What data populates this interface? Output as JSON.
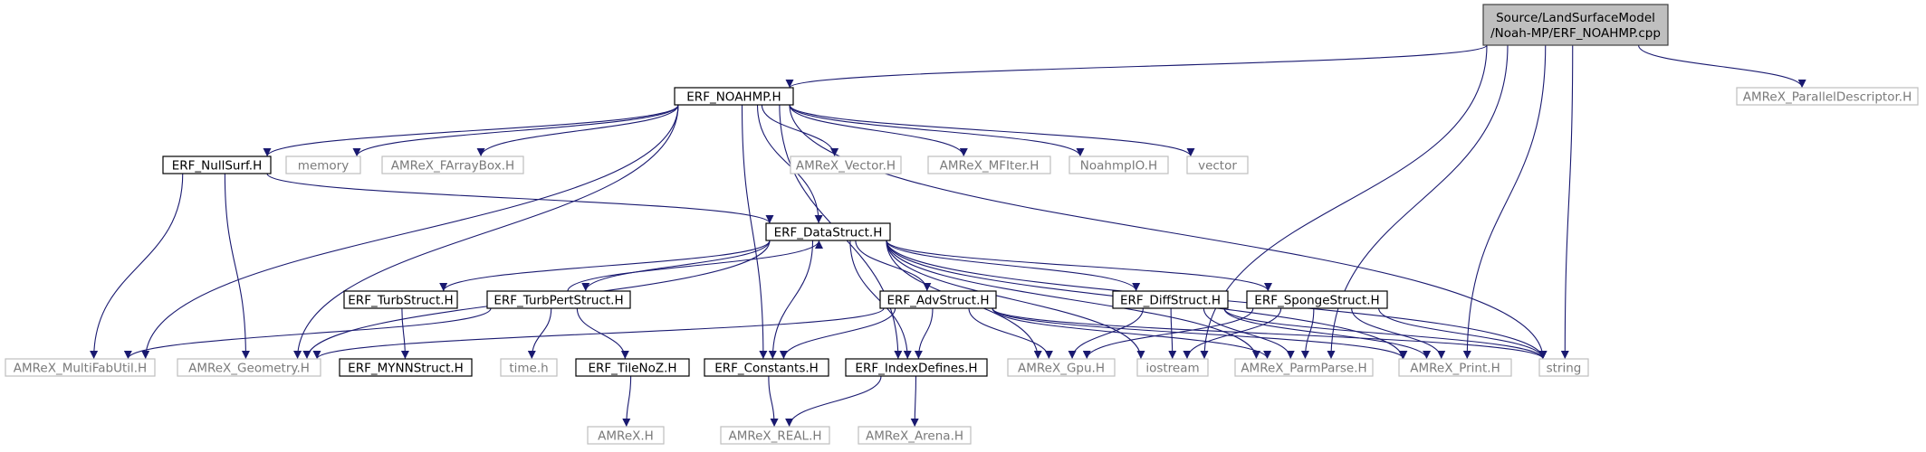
{
  "diagram": {
    "nodes": [
      {
        "id": "root",
        "lines": [
          "Source/LandSurfaceModel",
          "/Noah-MP/ERF_NOAHMP.cpp"
        ],
        "style": "root"
      },
      {
        "id": "noahmph",
        "lines": [
          "ERF_NOAHMP.H"
        ],
        "style": "internal"
      },
      {
        "id": "pardesc",
        "lines": [
          "AMReX_ParallelDescriptor.H"
        ],
        "style": "external"
      },
      {
        "id": "nullsurf",
        "lines": [
          "ERF_NullSurf.H"
        ],
        "style": "internal"
      },
      {
        "id": "memory",
        "lines": [
          "memory"
        ],
        "style": "external"
      },
      {
        "id": "farraybox",
        "lines": [
          "AMReX_FArrayBox.H"
        ],
        "style": "external"
      },
      {
        "id": "vectorh",
        "lines": [
          "AMReX_Vector.H"
        ],
        "style": "external"
      },
      {
        "id": "mfiter",
        "lines": [
          "AMReX_MFIter.H"
        ],
        "style": "external"
      },
      {
        "id": "noahmpio",
        "lines": [
          "NoahmpIO.H"
        ],
        "style": "external"
      },
      {
        "id": "vector",
        "lines": [
          "vector"
        ],
        "style": "external"
      },
      {
        "id": "datastruct",
        "lines": [
          "ERF_DataStruct.H"
        ],
        "style": "internal"
      },
      {
        "id": "turbstruct",
        "lines": [
          "ERF_TurbStruct.H"
        ],
        "style": "internal"
      },
      {
        "id": "turbpert",
        "lines": [
          "ERF_TurbPertStruct.H"
        ],
        "style": "internal"
      },
      {
        "id": "advstruct",
        "lines": [
          "ERF_AdvStruct.H"
        ],
        "style": "internal"
      },
      {
        "id": "diffstruct",
        "lines": [
          "ERF_DiffStruct.H"
        ],
        "style": "internal"
      },
      {
        "id": "sponge",
        "lines": [
          "ERF_SpongeStruct.H"
        ],
        "style": "internal"
      },
      {
        "id": "multifab",
        "lines": [
          "AMReX_MultiFabUtil.H"
        ],
        "style": "external"
      },
      {
        "id": "geometry",
        "lines": [
          "AMReX_Geometry.H"
        ],
        "style": "external"
      },
      {
        "id": "mynn",
        "lines": [
          "ERF_MYNNStruct.H"
        ],
        "style": "internal"
      },
      {
        "id": "timeh",
        "lines": [
          "time.h"
        ],
        "style": "external"
      },
      {
        "id": "tilenoz",
        "lines": [
          "ERF_TileNoZ.H"
        ],
        "style": "internal"
      },
      {
        "id": "constants",
        "lines": [
          "ERF_Constants.H"
        ],
        "style": "internal"
      },
      {
        "id": "indexdef",
        "lines": [
          "ERF_IndexDefines.H"
        ],
        "style": "internal"
      },
      {
        "id": "gpu",
        "lines": [
          "AMReX_Gpu.H"
        ],
        "style": "external"
      },
      {
        "id": "iostream",
        "lines": [
          "iostream"
        ],
        "style": "external"
      },
      {
        "id": "parmparse",
        "lines": [
          "AMReX_ParmParse.H"
        ],
        "style": "external"
      },
      {
        "id": "print",
        "lines": [
          "AMReX_Print.H"
        ],
        "style": "external"
      },
      {
        "id": "string",
        "lines": [
          "string"
        ],
        "style": "external"
      },
      {
        "id": "amrexh",
        "lines": [
          "AMReX.H"
        ],
        "style": "external"
      },
      {
        "id": "real",
        "lines": [
          "AMReX_REAL.H"
        ],
        "style": "external"
      },
      {
        "id": "arena",
        "lines": [
          "AMReX_Arena.H"
        ],
        "style": "external"
      }
    ],
    "edges": [
      [
        "root",
        "noahmph"
      ],
      [
        "root",
        "pardesc"
      ],
      [
        "root",
        "iostream"
      ],
      [
        "root",
        "parmparse"
      ],
      [
        "root",
        "print"
      ],
      [
        "root",
        "string"
      ],
      [
        "noahmph",
        "nullsurf"
      ],
      [
        "noahmph",
        "memory"
      ],
      [
        "noahmph",
        "farraybox"
      ],
      [
        "noahmph",
        "vectorh"
      ],
      [
        "noahmph",
        "mfiter"
      ],
      [
        "noahmph",
        "noahmpio"
      ],
      [
        "noahmph",
        "vector"
      ],
      [
        "noahmph",
        "datastruct"
      ],
      [
        "noahmph",
        "multifab"
      ],
      [
        "noahmph",
        "geometry"
      ],
      [
        "noahmph",
        "constants"
      ],
      [
        "noahmph",
        "indexdef"
      ],
      [
        "noahmph",
        "string"
      ],
      [
        "nullsurf",
        "datastruct"
      ],
      [
        "nullsurf",
        "multifab"
      ],
      [
        "nullsurf",
        "geometry"
      ],
      [
        "datastruct",
        "turbstruct"
      ],
      [
        "datastruct",
        "turbpert"
      ],
      [
        "datastruct",
        "advstruct"
      ],
      [
        "datastruct",
        "diffstruct"
      ],
      [
        "datastruct",
        "sponge"
      ],
      [
        "datastruct",
        "geometry"
      ],
      [
        "datastruct",
        "constants"
      ],
      [
        "datastruct",
        "indexdef"
      ],
      [
        "datastruct",
        "gpu"
      ],
      [
        "datastruct",
        "iostream"
      ],
      [
        "datastruct",
        "parmparse"
      ],
      [
        "datastruct",
        "print"
      ],
      [
        "datastruct",
        "string"
      ],
      [
        "turbstruct",
        "mynn"
      ],
      [
        "turbpert",
        "datastruct"
      ],
      [
        "turbpert",
        "multifab"
      ],
      [
        "turbpert",
        "timeh"
      ],
      [
        "turbpert",
        "tilenoz"
      ],
      [
        "tilenoz",
        "amrexh"
      ],
      [
        "advstruct",
        "geometry"
      ],
      [
        "advstruct",
        "constants"
      ],
      [
        "advstruct",
        "indexdef"
      ],
      [
        "advstruct",
        "gpu"
      ],
      [
        "advstruct",
        "parmparse"
      ],
      [
        "advstruct",
        "print"
      ],
      [
        "advstruct",
        "string"
      ],
      [
        "diffstruct",
        "gpu"
      ],
      [
        "diffstruct",
        "iostream"
      ],
      [
        "diffstruct",
        "parmparse"
      ],
      [
        "diffstruct",
        "print"
      ],
      [
        "diffstruct",
        "string"
      ],
      [
        "sponge",
        "gpu"
      ],
      [
        "sponge",
        "iostream"
      ],
      [
        "sponge",
        "parmparse"
      ],
      [
        "sponge",
        "print"
      ],
      [
        "sponge",
        "string"
      ],
      [
        "constants",
        "real"
      ],
      [
        "indexdef",
        "real"
      ],
      [
        "indexdef",
        "arena"
      ]
    ]
  }
}
